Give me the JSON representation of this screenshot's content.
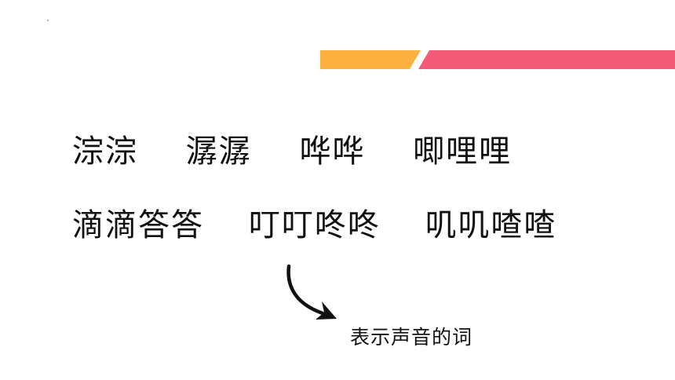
{
  "colors": {
    "orange_bar": "#FBB040",
    "pink_bar": "#F45B78",
    "text": "#111111"
  },
  "words": {
    "row1": [
      "淙淙",
      "潺潺",
      "哗哗",
      "唧哩哩"
    ],
    "row2": [
      "滴滴答答",
      "叮叮咚咚",
      "叽叽喳喳"
    ]
  },
  "annotation": {
    "label": "表示声音的词",
    "icon": "curved-arrow-icon"
  }
}
